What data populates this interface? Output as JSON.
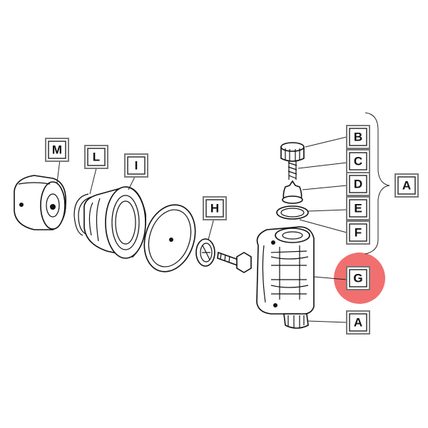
{
  "highlight_color": "#ee4b4b",
  "callouts": {
    "M": "M",
    "L": "L",
    "I": "I",
    "H": "H",
    "B": "B",
    "C": "C",
    "D": "D",
    "E": "E",
    "F": "F",
    "A_group": "A",
    "G": "G",
    "A_bottom": "A"
  }
}
